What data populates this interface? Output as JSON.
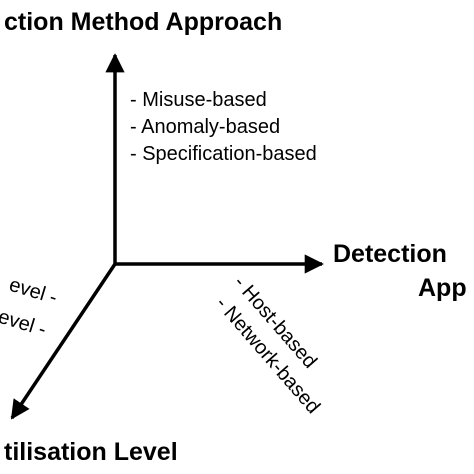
{
  "axes": {
    "vertical": {
      "title": "ction Method Approach",
      "items": [
        "- Misuse-based",
        "- Anomaly-based",
        "- Specification-based"
      ]
    },
    "horizontal": {
      "title_line1": "Detection",
      "title_line2": "App",
      "items": [
        "- Host-based",
        "- Network-based"
      ]
    },
    "diagonal": {
      "title": "tilisation Level",
      "items": [
        "evel -",
        "evel -"
      ]
    }
  },
  "colors": {
    "ink": "#000000",
    "background": "#ffffff"
  }
}
